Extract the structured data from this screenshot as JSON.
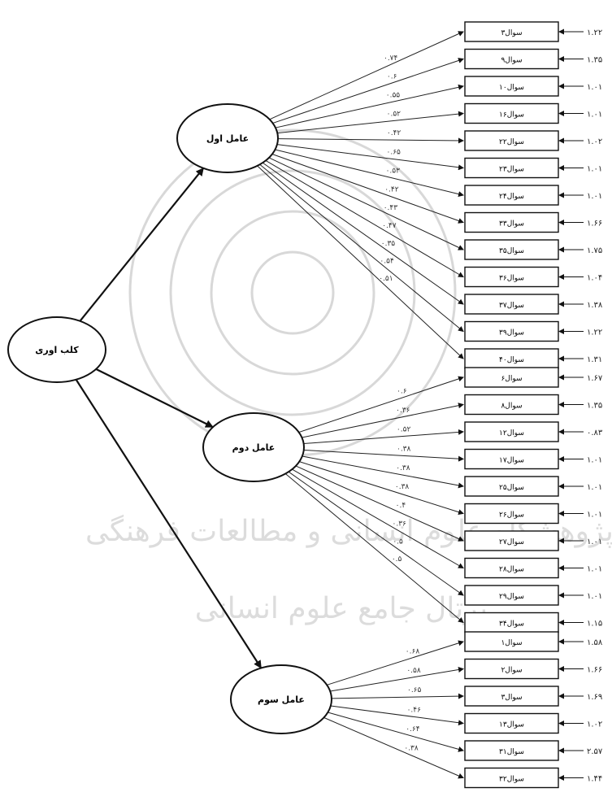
{
  "watermark": {
    "line1": "پژوهشگاه علوم انسانی و مطالعات فرهنگی",
    "line2": "پرتال جامع علوم انسانی"
  },
  "root": {
    "label": "کلب اوری"
  },
  "factors": [
    {
      "label": "عامل اول",
      "items": [
        {
          "label": "سوال۳",
          "loading": "۰.۷۴",
          "error": "۱.۲۲"
        },
        {
          "label": "سوال۹",
          "loading": "۰.۶",
          "error": "۱.۳۵"
        },
        {
          "label": "سوال۱۰",
          "loading": "۰.۵۵",
          "error": "۱.۰۱"
        },
        {
          "label": "سوال۱۶",
          "loading": "۰.۵۲",
          "error": "۱.۰۱"
        },
        {
          "label": "سوال۲۲",
          "loading": "۰.۴۲",
          "error": "۱.۰۲"
        },
        {
          "label": "سوال۲۳",
          "loading": "۰.۶۵",
          "error": "۱.۰۱"
        },
        {
          "label": "سوال۲۴",
          "loading": "۰.۵۳",
          "error": "۱.۰۱"
        },
        {
          "label": "سوال۳۳",
          "loading": "۰.۴۲",
          "error": "۱.۶۶"
        },
        {
          "label": "سوال۳۵",
          "loading": "۰.۴۳",
          "error": "۱.۷۵"
        },
        {
          "label": "سوال۳۶",
          "loading": "۰.۴۷",
          "error": "۱.۰۴"
        },
        {
          "label": "سوال۳۷",
          "loading": "۰.۳۵",
          "error": "۱.۳۸"
        },
        {
          "label": "سوال۳۹",
          "loading": "۰.۵۴",
          "error": "۱.۲۲"
        },
        {
          "label": "سوال۴۰",
          "loading": "۰.۵۱",
          "error": "۱.۳۱"
        }
      ]
    },
    {
      "label": "عامل دوم",
      "items": [
        {
          "label": "سوال۶",
          "loading": "۰.۶",
          "error": "۱.۶۷"
        },
        {
          "label": "سوال۸",
          "loading": "۰.۳۶",
          "error": "۱.۳۵"
        },
        {
          "label": "سوال۱۲",
          "loading": "۰.۵۲",
          "error": "۰.۸۳"
        },
        {
          "label": "سوال۱۷",
          "loading": "۰.۳۸",
          "error": "۱.۰۱"
        },
        {
          "label": "سوال۲۵",
          "loading": "۰.۳۸",
          "error": "۱.۰۱"
        },
        {
          "label": "سوال۲۶",
          "loading": "۰.۳۸",
          "error": "۱.۰۱"
        },
        {
          "label": "سوال۲۷",
          "loading": "۰.۴",
          "error": "۱.۰۱"
        },
        {
          "label": "سوال۲۸",
          "loading": "۰.۳۶",
          "error": "۱.۰۱"
        },
        {
          "label": "سوال۲۹",
          "loading": "۰.۵",
          "error": "۱.۰۱"
        },
        {
          "label": "سوال۳۴",
          "loading": "۰.۵",
          "error": "۱.۱۵"
        }
      ]
    },
    {
      "label": "عامل سوم",
      "items": [
        {
          "label": "سوال۱",
          "loading": "۰.۶۸",
          "error": "۱.۵۸"
        },
        {
          "label": "سوال۲",
          "loading": "۰.۵۸",
          "error": "۱.۶۶"
        },
        {
          "label": "سوال۳",
          "loading": "۰.۶۵",
          "error": "۱.۶۹"
        },
        {
          "label": "سوال۱۳",
          "loading": "۰.۴۶",
          "error": "۱.۰۲"
        },
        {
          "label": "سوال۳۱",
          "loading": "۰.۶۴",
          "error": "۲.۵۷"
        },
        {
          "label": "سوال۳۲",
          "loading": "۰.۳۸",
          "error": "۱.۴۴"
        }
      ]
    }
  ]
}
